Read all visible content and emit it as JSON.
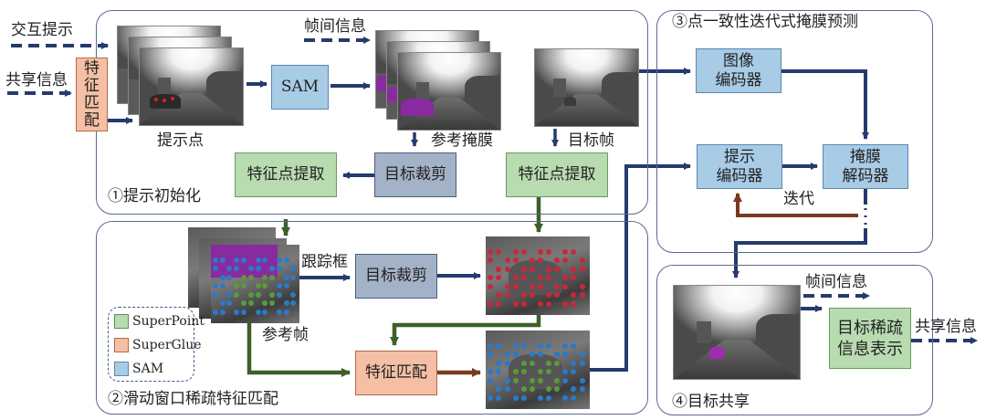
{
  "colors": {
    "arrow_navy": "#253a6e",
    "arrow_green": "#3d5f2a",
    "arrow_brown": "#7a3a22",
    "panel_border": "#5a6a90",
    "green_box": "#b8dbb0",
    "blue_box": "#a8cbe6",
    "slate_box": "#a4b2c8",
    "salmon_box": "#f4bfa4",
    "mask_purple": "#8a2aa0",
    "superpoint_dot": "#5a9a3a",
    "superglue_dot": "#c8283a",
    "sam_dot": "#2a7ac8"
  },
  "inputs": {
    "interactive_prompt": "交互提示",
    "shared_info": "共享信息",
    "feature_matching_box": [
      "特",
      "征",
      "匹",
      "配"
    ]
  },
  "panel1": {
    "title": "①提示初始化",
    "interframe_info": "帧间信息",
    "prompt_points_label": "提示点",
    "sam_label": "SAM",
    "reference_mask_label": "参考掩膜",
    "target_frame_label": "目标帧",
    "target_crop_label": "目标裁剪",
    "feature_extract_left": "特征点提取",
    "feature_extract_right": "特征点提取"
  },
  "panel2": {
    "title": "②滑动窗口稀疏特征匹配",
    "tracking_box_label": "跟踪框",
    "target_crop_label": "目标裁剪",
    "reference_frame_label": "参考帧",
    "feature_matching_label": "特征匹配",
    "legend": [
      {
        "label": "SuperPoint",
        "color": "#b8dbb0"
      },
      {
        "label": "SuperGlue",
        "color": "#f4bfa4"
      },
      {
        "label": "SAM",
        "color": "#a8cbe6"
      }
    ]
  },
  "panel3": {
    "title": "③点一致性迭代式掩膜预测",
    "image_encoder": "图像\n编码器",
    "prompt_encoder": "提示\n编码器",
    "mask_decoder": "掩膜\n解码器",
    "iterate_label": "迭代"
  },
  "panel4": {
    "title": "④目标共享",
    "interframe_info": "帧间信息",
    "sparse_repr": "目标稀疏\n信息表示",
    "shared_info_out": "共享信息"
  }
}
